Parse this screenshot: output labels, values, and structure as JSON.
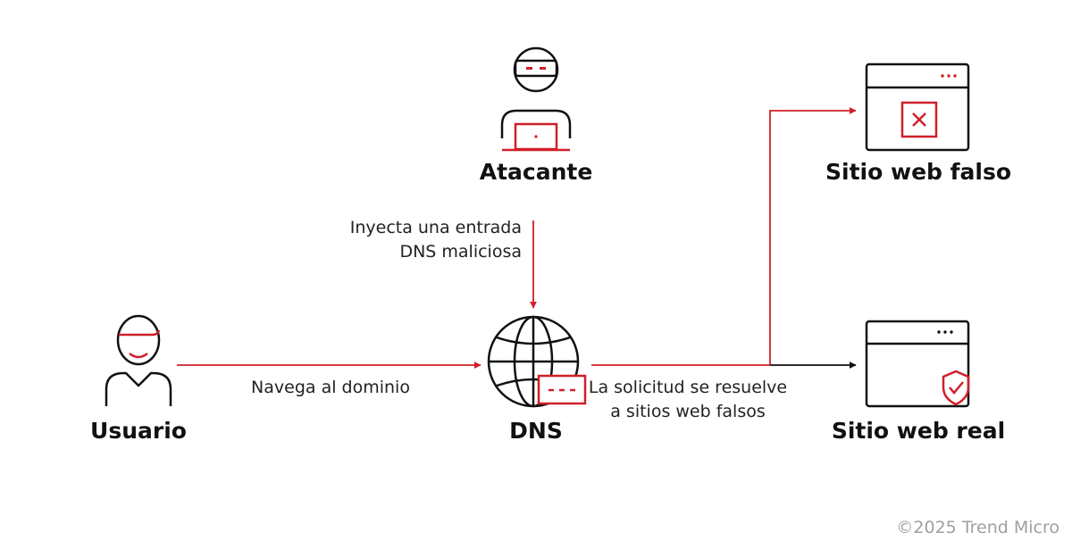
{
  "nodes": {
    "attacker": {
      "label": "Atacante"
    },
    "user": {
      "label": "Usuario"
    },
    "dns": {
      "label": "DNS"
    },
    "fake_site": {
      "label": "Sitio web falso"
    },
    "real_site": {
      "label": "Sitio web real"
    }
  },
  "edges": {
    "inject": {
      "line1": "Inyecta una entrada",
      "line2": "DNS maliciosa"
    },
    "browse": {
      "label": "Navega al dominio"
    },
    "resolve": {
      "line1": "La solicitud se resuelve",
      "line2": "a sitios web falsos"
    }
  },
  "footer": {
    "copyright": "©2025 Trend Micro"
  },
  "colors": {
    "accent": "#d0202a",
    "ink": "#111111",
    "muted": "#a0a0a0"
  }
}
